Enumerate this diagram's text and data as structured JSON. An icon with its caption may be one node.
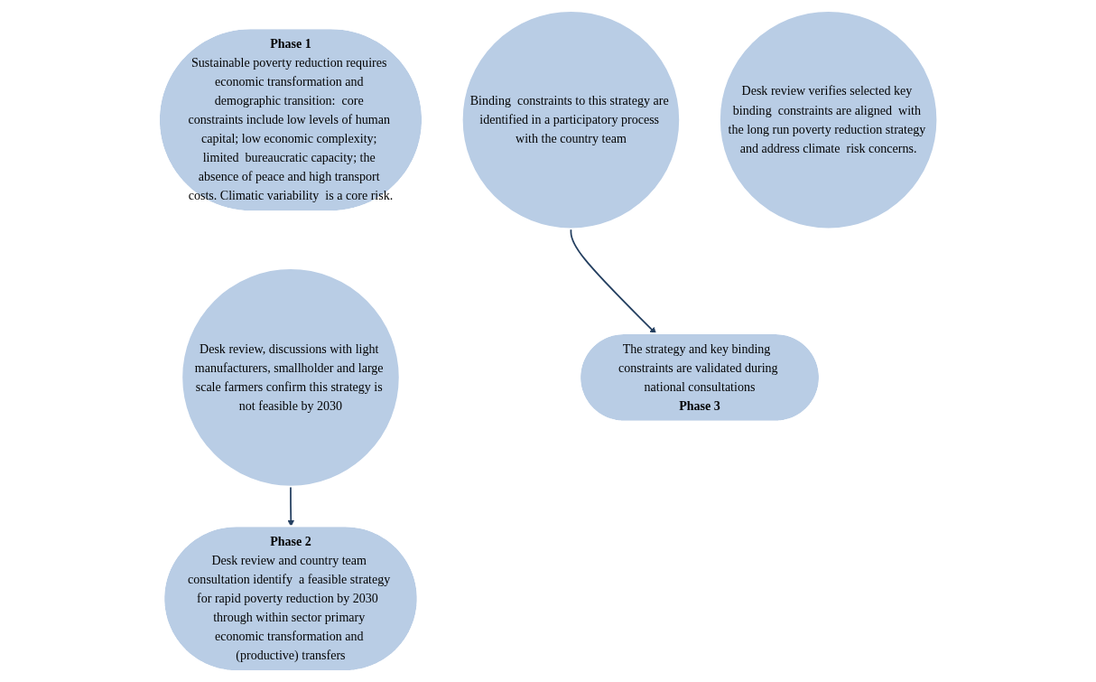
{
  "diagram": {
    "nodes": [
      {
        "text": [
          "Phase 1",
          "Sustainable poverty reduction requires economic transformation and demographic transition:  core constraints include low levels of human capital; low economic complexity; limited  bureaucratic capacity; the absence of peace and high transport costs. Climatic variability  is a core risk."
        ]
      },
      {
        "text": [
          "Desk review, discussions with light manufacturers, smallholder and large scale farmers confirm this strategy is not feasible by 2030"
        ]
      },
      {
        "text": [
          "Phase 2",
          "Desk review and country team consultation identify  a feasible strategy for rapid poverty reduction by 2030  through within sector primary economic transformation and (productive) transfers"
        ]
      },
      {
        "text": [
          "Binding  constraints to this strategy are identified in a participatory process with the country team"
        ]
      },
      {
        "text": [
          "The strategy and key binding  constraints are validated during national consultations",
          "Phase 3"
        ]
      },
      {
        "text": [
          "Desk review verifies selected key binding  constraints are aligned  with the long run poverty reduction strategy and address climate  risk concerns."
        ]
      }
    ],
    "edges": [
      {
        "from": 1,
        "to": 2,
        "arrow": "to"
      },
      {
        "from": 3,
        "to": 4,
        "arrow": "to"
      }
    ]
  }
}
